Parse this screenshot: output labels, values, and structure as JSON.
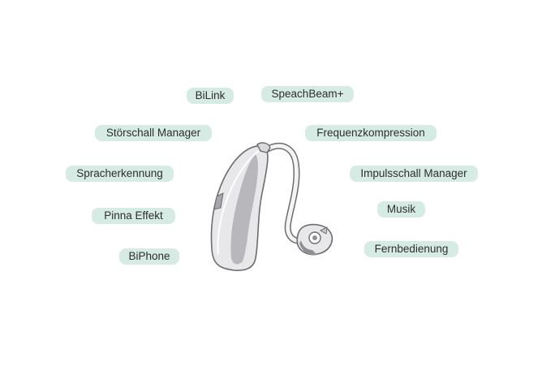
{
  "colors": {
    "pill_bg": "#d6ebe4",
    "text": "#2e2e2e",
    "device_body": "#e8e8ea",
    "device_shade": "#b8b8bc",
    "device_outline": "#6d6d70"
  },
  "device": {
    "icon": "behind-the-ear-hearing-aid-icon"
  },
  "features": [
    {
      "id": "bilink",
      "label": "BiLink"
    },
    {
      "id": "speachbeam",
      "label": "SpeachBeam+"
    },
    {
      "id": "stoerschall",
      "label": "Störschall Manager"
    },
    {
      "id": "frequenz",
      "label": "Frequenzkompression"
    },
    {
      "id": "spracherkennung",
      "label": "Spracherkennung"
    },
    {
      "id": "impulsschall",
      "label": "Impulsschall Manager"
    },
    {
      "id": "pinna",
      "label": "Pinna Effekt"
    },
    {
      "id": "musik",
      "label": "Musik"
    },
    {
      "id": "biphone",
      "label": "BiPhone"
    },
    {
      "id": "fernbedienung",
      "label": "Fernbedienung"
    }
  ]
}
